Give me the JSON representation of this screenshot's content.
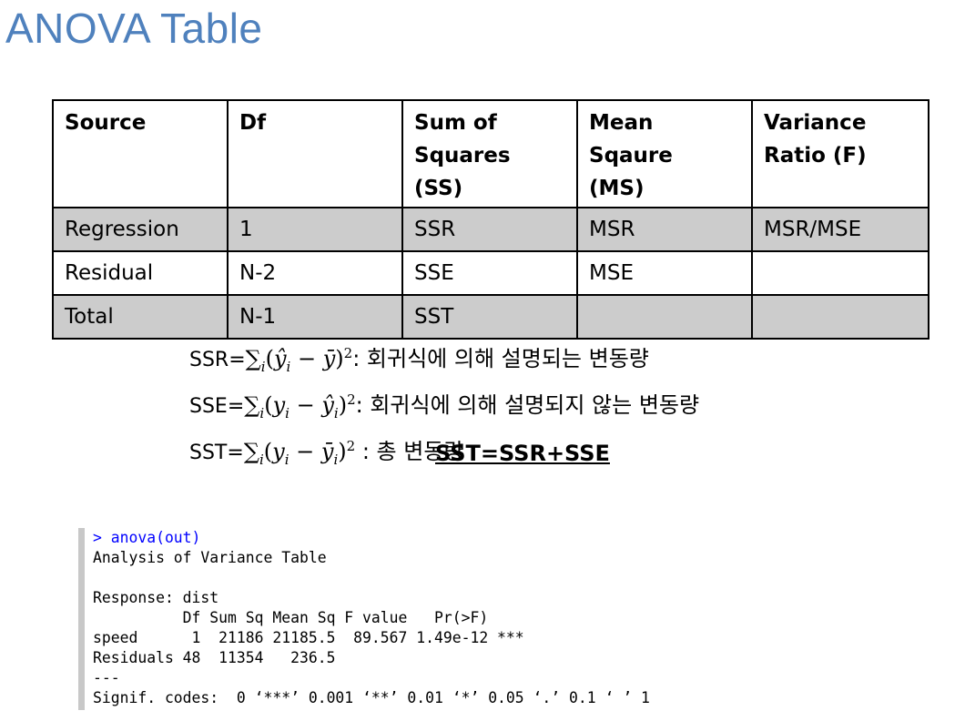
{
  "title": "ANOVA Table",
  "table": {
    "headers": [
      "Source",
      "Df",
      "Sum of Squares (SS)",
      "Mean Sqaure (MS)",
      "Variance Ratio (F)"
    ],
    "header_lines": [
      [
        "Source"
      ],
      [
        "Df"
      ],
      [
        "Sum of",
        "Squares (SS)"
      ],
      [
        "Mean Sqaure",
        "(MS)"
      ],
      [
        "Variance",
        "Ratio (F)"
      ]
    ],
    "rows": [
      [
        "Regression",
        "1",
        "SSR",
        "MSR",
        "MSR/MSE"
      ],
      [
        "Residual",
        "N-2",
        "SSE",
        "MSE",
        ""
      ],
      [
        "Total",
        "N-1",
        "SST",
        "",
        ""
      ]
    ]
  },
  "formulas": {
    "ssr_label": "SSR=",
    "ssr_desc": ": 회귀식에 의해 설명되는 변동량",
    "sse_label": "SSE=",
    "sse_desc": ": 회귀식에 의해 설명되지 않는 변동량",
    "sst_label": "SST=",
    "sst_desc": " : 총 변동량",
    "identity": "SST=SSR+SSE"
  },
  "console": {
    "command": "> anova(out)",
    "lines": [
      "Analysis of Variance Table",
      "",
      "Response: dist",
      "          Df Sum Sq Mean Sq F value   Pr(>F)    ",
      "speed      1  21186 21185.5  89.567 1.49e-12 ***",
      "Residuals 48  11354   236.5                     ",
      "---",
      "Signif. codes:  0 ‘***’ 0.001 ‘**’ 0.01 ‘*’ 0.05 ‘.’ 0.1 ‘ ’ 1"
    ]
  }
}
